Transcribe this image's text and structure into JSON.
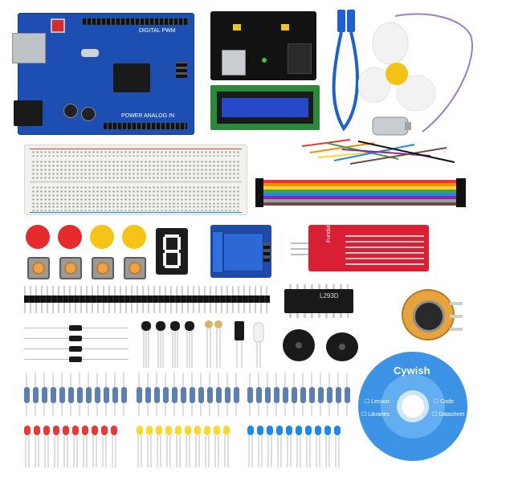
{
  "image": {
    "width": 640,
    "height": 604,
    "background": "#ffffff"
  },
  "components": {
    "arduino_board": {
      "label": "DIGITAL PWM",
      "sublabel": "POWER  ANALOG IN",
      "color": "#1d4fb3"
    },
    "power_module": {
      "color": "#111111"
    },
    "usb_cable": {
      "color": "#1e5fd3"
    },
    "lcd": {
      "color": "#2548c8"
    },
    "motor_fan": {
      "hub_color": "#f4c214",
      "blade_color": "#ffffff"
    },
    "breadboard": {
      "color": "#f1f1ee"
    },
    "jumper_wires": {
      "colors": [
        "#e53935",
        "#fb8c00",
        "#fdd835",
        "#43a047",
        "#1e88e5",
        "#8e24aa",
        "#6d4c41",
        "#9e9e9e",
        "#ffffff",
        "#111111"
      ]
    },
    "button_caps": {
      "colors": [
        "#e52b2b",
        "#e52b2b",
        "#f4c517",
        "#f4c517"
      ]
    },
    "seven_segment": {
      "color": "#1c1c1c",
      "digit": "8"
    },
    "relay_module": {
      "color": "#1f4aa7"
    },
    "water_sensor": {
      "label": "Funduino",
      "color": "#d81f33"
    },
    "ic_chip": {
      "label": "L293D",
      "color": "#1a1a1a"
    },
    "potentiometer": {
      "color": "#e7a33c"
    },
    "buzzers": {
      "color": "#1a1a1a"
    },
    "resistor_groups": 3,
    "led_groups": {
      "colors": [
        "#e53935",
        "#fdd835",
        "#1e88e5"
      ]
    }
  },
  "cd": {
    "brand": "Cywish",
    "labels": [
      "Lesson",
      "Code",
      "Libraries",
      "Datasheet"
    ]
  }
}
